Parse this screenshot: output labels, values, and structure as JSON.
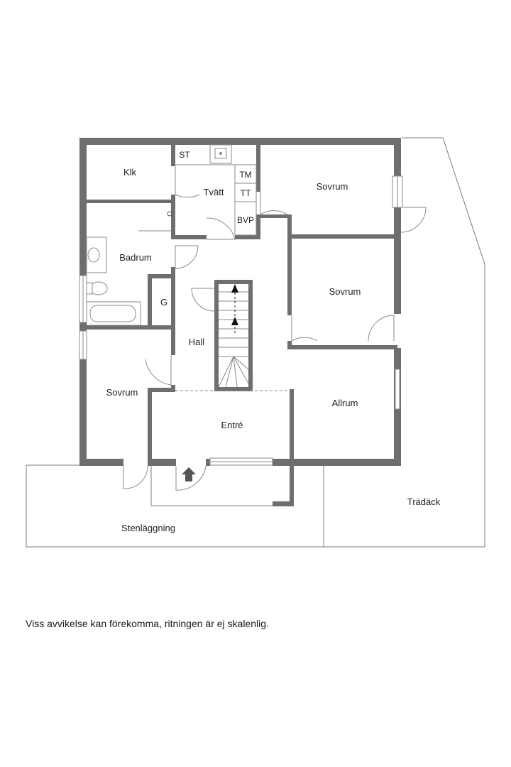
{
  "rooms": {
    "klk": "Klk",
    "st": "ST",
    "tvatt": "Tvätt",
    "tm": "TM",
    "tt": "TT",
    "bvp": "BVP",
    "sovrum_ne": "Sovrum",
    "sovrum_e": "Sovrum",
    "badrum": "Badrum",
    "g": "G",
    "hall": "Hall",
    "sovrum_w": "Sovrum",
    "entre": "Entré",
    "allrum": "Allrum"
  },
  "outdoor": {
    "tradack": "Trädäck",
    "stenlaggning": "Stenläggning"
  },
  "footer": {
    "disclaimer": "Viss avvikelse kan förekomma, ritningen är ej skalenlig."
  },
  "colors": {
    "wall": "#6e6e6e",
    "lines": "#8a8a8a"
  }
}
